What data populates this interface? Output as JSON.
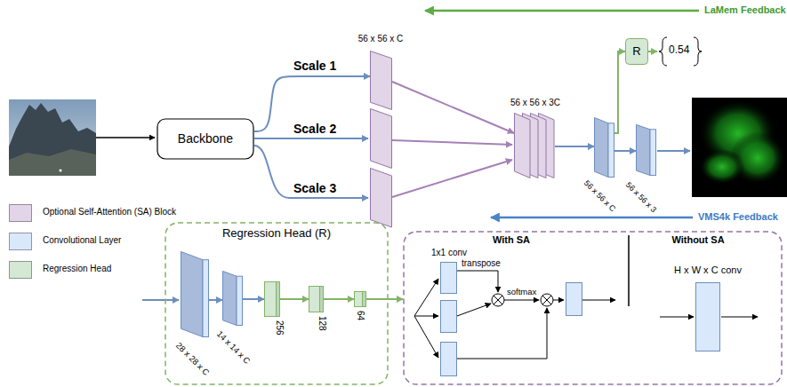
{
  "diagram": {
    "nodes": [
      {
        "text": [
          "Backbone"
        ]
      },
      {
        "text": [
          "56 x 56 x C"
        ]
      },
      {
        "text": [
          "56 x 56 x 3C"
        ]
      },
      {
        "text": [
          "56 x 56 x C"
        ]
      },
      {
        "text": [
          "R"
        ]
      },
      {
        "text": [
          "56 x 56 x 3"
        ]
      },
      {
        "text": [
          "Regression Head (R)"
        ]
      },
      {
        "text": [
          "28 x 28 x C"
        ],
        "in": 6
      },
      {
        "text": [
          "14 x 14 x C"
        ],
        "in": 6
      },
      {
        "text": [
          "256"
        ],
        "in": 6
      },
      {
        "text": [
          "128"
        ],
        "in": 6
      },
      {
        "text": [
          "64"
        ],
        "in": 6
      },
      {
        "text": [
          "With SA",
          "Without SA"
        ]
      },
      {
        "text": [
          "1x1 conv"
        ],
        "in": 12
      },
      {
        "text": [
          "H x W x C conv"
        ],
        "in": 12
      }
    ],
    "edges": [
      {
        "from": 0,
        "to": 1,
        "label": "Scale 1",
        "arrow": "to"
      },
      {
        "from": 1,
        "to": 2,
        "arrow": "to"
      },
      {
        "from": 2,
        "to": 3,
        "arrow": "to"
      },
      {
        "from": 3,
        "to": 4,
        "arrow": "to"
      },
      {
        "from": 3,
        "to": 5,
        "arrow": "to"
      },
      {
        "from": 7,
        "to": 8,
        "arrow": "to"
      },
      {
        "from": 8,
        "to": 9,
        "arrow": "to"
      },
      {
        "from": 9,
        "to": 10,
        "arrow": "to"
      },
      {
        "from": 10,
        "to": 11,
        "arrow": "to"
      },
      {
        "from": 11,
        "to": 12,
        "arrow": "to"
      }
    ],
    "labels": [
      "LaMem Feedback",
      "0.54",
      "Scale 2",
      "Scale 3",
      "VMS4k Feedback",
      "transpose",
      "softmax"
    ],
    "legend": [
      {
        "text": "Optional Self-Attention (SA) Block",
        "color": "#e1d5e7"
      },
      {
        "text": "Convolutional Layer",
        "color": "#dae8fc"
      },
      {
        "text": "Regression Head",
        "color": "#d5e8d4"
      }
    ]
  }
}
